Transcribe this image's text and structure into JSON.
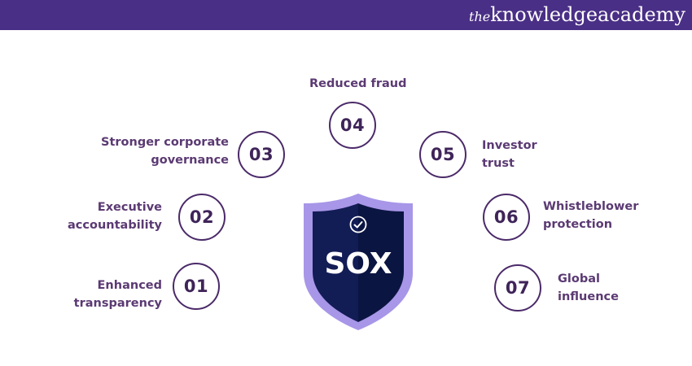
{
  "brand": {
    "prefix": "the",
    "name": "knowledgeacademy"
  },
  "center": {
    "label": "SOX"
  },
  "items": [
    {
      "number": "01",
      "label": "Enhanced\ntransparency"
    },
    {
      "number": "02",
      "label": "Executive\naccountability"
    },
    {
      "number": "03",
      "label": "Stronger corporate\ngovernance"
    },
    {
      "number": "04",
      "label": "Reduced fraud"
    },
    {
      "number": "05",
      "label": "Investor\ntrust"
    },
    {
      "number": "06",
      "label": "Whistleblower\nprotection"
    },
    {
      "number": "07",
      "label": "Global\ninfluence"
    }
  ],
  "colors": {
    "header": "#4a2f86",
    "circle_border": "#4b2a69",
    "text": "#5b3a73",
    "shield_outer": "#a896e8",
    "shield_inner": "#0f1a4e"
  }
}
